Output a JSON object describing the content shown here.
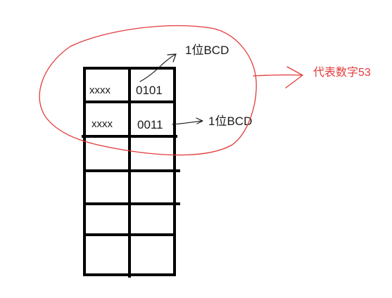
{
  "cells": {
    "row1_left": "xxxx",
    "row1_right": "0101",
    "row2_left": "xxxx",
    "row2_right": "0011"
  },
  "annotations": {
    "top_label": "1位BCD",
    "side_label": "1位BCD",
    "result_label": "代表数字53"
  },
  "colors": {
    "ink": "#000000",
    "text": "#1a1a1a",
    "highlight": "#e23b3b"
  }
}
